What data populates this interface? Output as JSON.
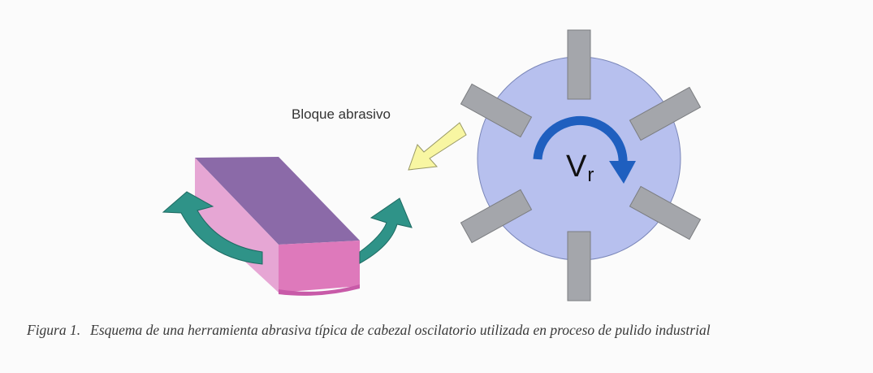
{
  "block_label": "Bloque abrasivo",
  "velocity": {
    "symbol": "V",
    "subscript": "r"
  },
  "caption": {
    "figure_number": "Figura 1.",
    "text": "Esquema de una herramienta abrasiva típica de cabezal oscilatorio utilizada en proceso de pulido industrial"
  },
  "colors": {
    "head_fill": "#b7c0ee",
    "segment_fill": "#a4a6ab",
    "block_top": "#8b6aa8",
    "block_side": "#e6a6d4",
    "block_front": "#de79bb",
    "oscillation_arrow": "#2f9388",
    "pointer_arrow": "#f8f6a2",
    "rotation_arrow": "#1f5fbf"
  }
}
